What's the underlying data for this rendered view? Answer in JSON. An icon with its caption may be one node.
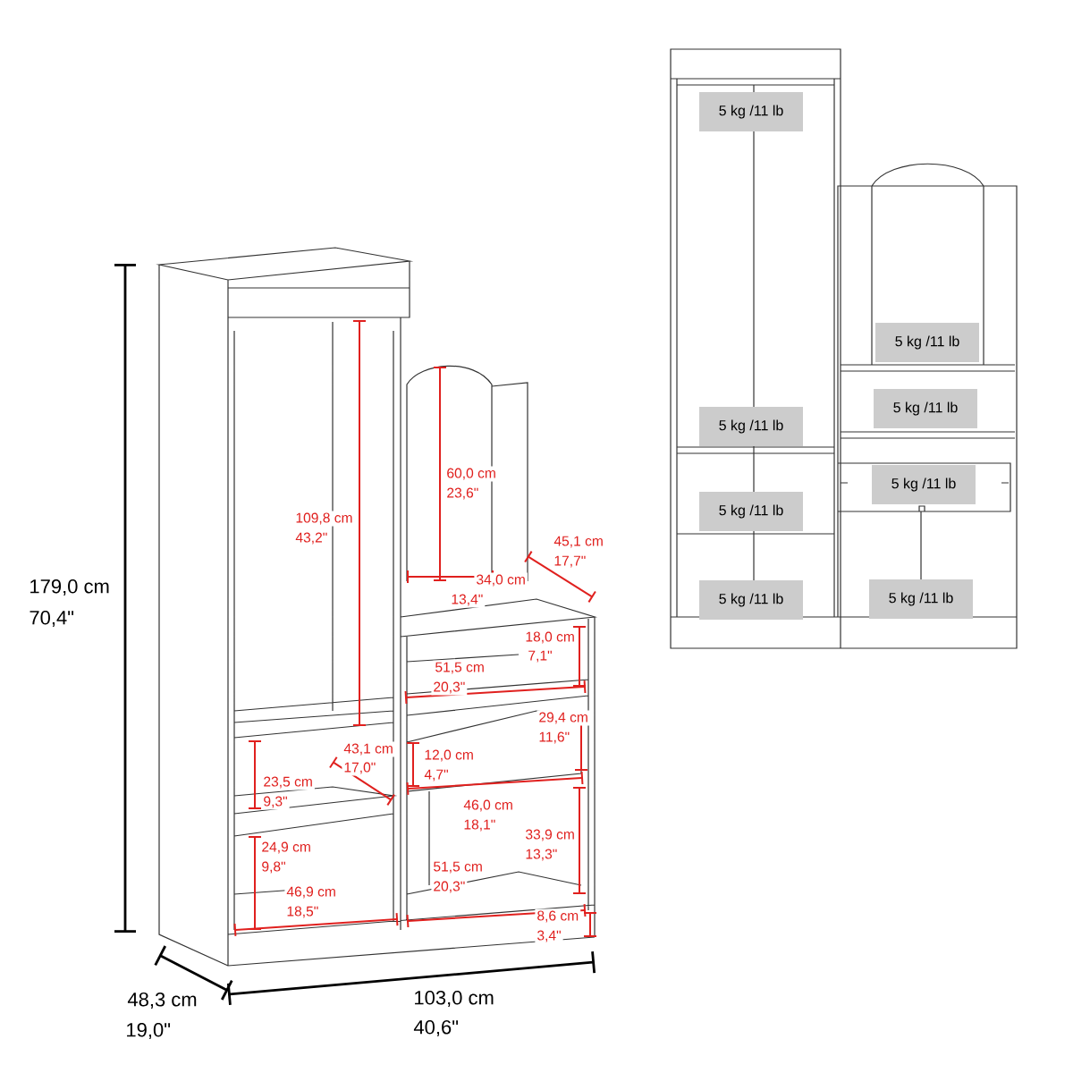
{
  "diagram": {
    "nodes": [
      {
        "text": [
          "5 kg /11 lb"
        ]
      },
      {
        "text": [
          "5 kg /11 lb"
        ]
      },
      {
        "text": [
          "5 kg /11 lb"
        ]
      },
      {
        "text": [
          "5 kg /11 lb"
        ]
      },
      {
        "text": [
          "5 kg /11 lb"
        ]
      },
      {
        "text": [
          "5 kg /11 lb"
        ]
      },
      {
        "text": [
          "5 kg /11 lb"
        ]
      },
      {
        "text": [
          "5 kg /11 lb"
        ]
      }
    ],
    "labels": [
      "179,0 cm",
      "70,4\"",
      "109,8 cm",
      "43,2\"",
      "60,0 cm",
      "23,6\"",
      "45,1 cm",
      "17,7\"",
      "34,0 cm",
      "13,4\"",
      "18,0 cm",
      "7,1\"",
      "51,5 cm",
      "20,3\"",
      "29,4 cm",
      "11,6\"",
      "43,1 cm",
      "17,0\"",
      "12,0 cm",
      "4,7\"",
      "23,5 cm",
      "9,3\"",
      "46,0 cm",
      "18,1\"",
      "24,9 cm",
      "9,8\"",
      "33,9 cm",
      "13,3\"",
      "51,5 cm",
      "20,3\"",
      "46,9 cm",
      "18,5\"",
      "8,6 cm",
      "3,4\"",
      "48,3 cm",
      "19,0\"",
      "103,0 cm",
      "40,6\""
    ]
  }
}
